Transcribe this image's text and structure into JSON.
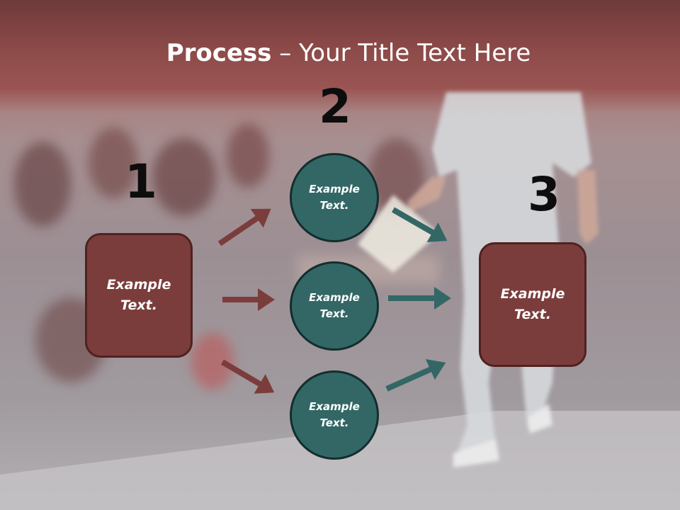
{
  "title": {
    "bold": "Process",
    "rest": " – Your Title Text Here"
  },
  "steps": {
    "n1": "1",
    "n2": "2",
    "n3": "3"
  },
  "left_box": {
    "line1": "Example",
    "line2": "Text."
  },
  "right_box": {
    "line1": "Example",
    "line2": "Text."
  },
  "circles": [
    {
      "line1": "Example",
      "line2": "Text."
    },
    {
      "line1": "Example",
      "line2": "Text."
    },
    {
      "line1": "Example",
      "line2": "Text."
    }
  ],
  "colors": {
    "box_fill": "#7b3d3b",
    "circle_fill": "#336766",
    "arrow_red": "#7b3d3b",
    "arrow_teal": "#336766"
  }
}
